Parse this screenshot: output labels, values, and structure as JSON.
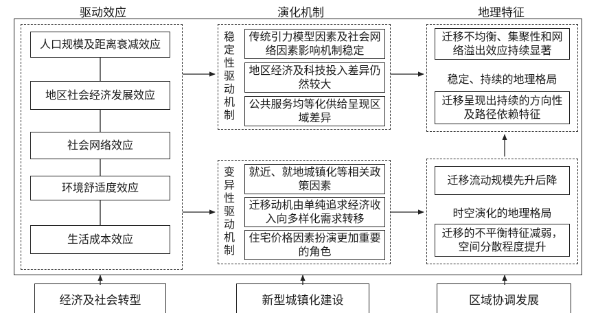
{
  "headers": {
    "drivers": "驱动效应",
    "mechanism": "演化机制",
    "features": "地理特征"
  },
  "drivers": [
    "人口规模及距离衰减效应",
    "地区社会经济发展效应",
    "社会网络效应",
    "环境舒适度效应",
    "生活成本效应"
  ],
  "stable": {
    "label": [
      "稳",
      "定",
      "性",
      "驱",
      "动",
      "机",
      "制"
    ],
    "items": [
      "传统引力模型因素及社会网络因素影响机制稳定",
      "地区经济及科技投入差异仍然较大",
      "公共服务均等化供给呈现区域差异"
    ]
  },
  "variable": {
    "label": [
      "变",
      "异",
      "性",
      "驱",
      "动",
      "机",
      "制"
    ],
    "items": [
      "就近、就地城镇化等相关政策因素",
      "迁移动机由单纯追求经济收入向多样化需求转移",
      "住宅价格因素扮演更加重要的角色"
    ]
  },
  "stable_features": {
    "top": "迁移不均衡、集聚性和网络溢出效应持续显著",
    "middle": "稳定、持续的地理格局",
    "bottom": "迁移呈现出持续的方向性及路径依赖特征"
  },
  "variable_features": {
    "top": "迁移流动规模先升后降",
    "middle": "时空演化的地理格局",
    "bottom": "迁移的不平衡特征减弱，空间分散程度提升"
  },
  "bottom": [
    "经济及社会转型",
    "新型城镇化建设",
    "区域协调发展"
  ]
}
